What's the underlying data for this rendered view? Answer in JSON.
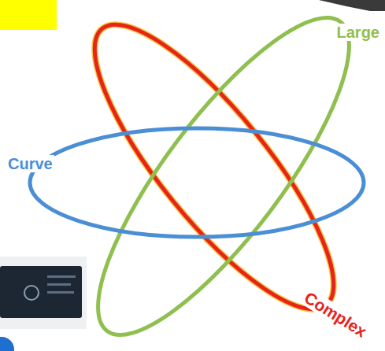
{
  "diagram": {
    "labels": [
      "Large",
      "Curve",
      "Complex"
    ]
  }
}
